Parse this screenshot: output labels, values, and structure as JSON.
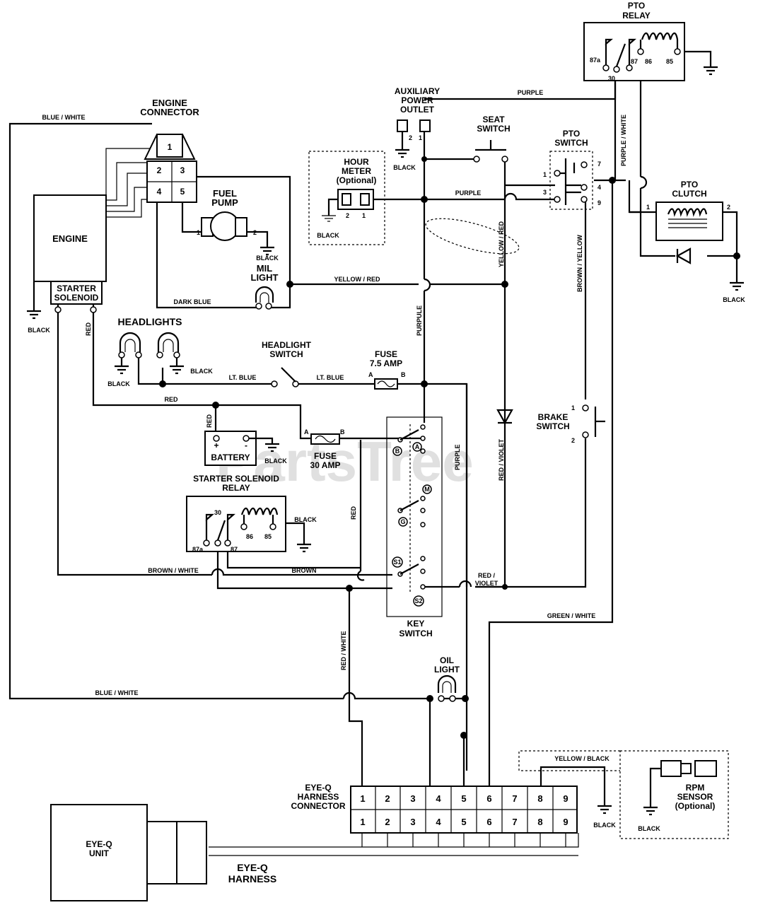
{
  "components": {
    "engine_connector": [
      "ENGINE",
      "CONNECTOR"
    ],
    "engine": "ENGINE",
    "starter_solenoid": [
      "STARTER",
      "SOLENOID"
    ],
    "fuel_pump": [
      "FUEL",
      "PUMP"
    ],
    "mil_light": [
      "MIL",
      "LIGHT"
    ],
    "headlights": "HEADLIGHTS",
    "headlight_switch": [
      "HEADLIGHT",
      "SWITCH"
    ],
    "fuse_75": [
      "FUSE",
      "7.5 AMP"
    ],
    "fuse_30": [
      "FUSE",
      "30 AMP"
    ],
    "battery": "BATTERY",
    "starter_solenoid_relay": [
      "STARTER SOLENOID",
      "RELAY"
    ],
    "aux_outlet": [
      "AUXILIARY",
      "POWER",
      "OUTLET"
    ],
    "hour_meter": [
      "HOUR",
      "METER",
      "(Optional)"
    ],
    "seat_switch": [
      "SEAT",
      "SWITCH"
    ],
    "pto_switch": [
      "PTO",
      "SWITCH"
    ],
    "pto_relay": [
      "PTO",
      "RELAY"
    ],
    "pto_clutch": [
      "PTO",
      "CLUTCH"
    ],
    "brake_switch": [
      "BRAKE",
      "SWITCH"
    ],
    "key_switch": [
      "KEY",
      "SWITCH"
    ],
    "oil_light": [
      "OIL",
      "LIGHT"
    ],
    "eyeq_connector": [
      "EYE-Q",
      "HARNESS",
      "CONNECTOR"
    ],
    "eyeq_unit": [
      "EYE-Q",
      "UNIT"
    ],
    "eyeq_harness": [
      "EYE-Q",
      "HARNESS"
    ],
    "rpm_sensor": [
      "RPM",
      "SENSOR",
      "(Optional)"
    ]
  },
  "wires": {
    "blue_white": "BLUE / WHITE",
    "purple": "PURPLE",
    "purpule": "PURPULE",
    "yellow_red": "YELLOW / RED",
    "yellow_red_v": "YELLOW / RED",
    "dark_blue": "DARK BLUE",
    "red": "RED",
    "lt_blue": "LT. BLUE",
    "brown_white": "BROWN / WHITE",
    "brown": "BROWN",
    "red_white": "RED / WHITE",
    "red_violet": "RED / VIOLET",
    "red_violet_2": [
      "RED /",
      "VIOLET"
    ],
    "green_white": "GREEN / WHITE",
    "brown_yellow": "BROWN / YELLOW",
    "purple_white": "PURPLE / WHITE",
    "yellow_black": "YELLOW / BLACK",
    "black": "BLACK"
  },
  "pins": {
    "engine_connector": [
      "1",
      "2",
      "3",
      "4",
      "5"
    ],
    "eyeq": [
      "1",
      "2",
      "3",
      "4",
      "5",
      "6",
      "7",
      "8",
      "9"
    ],
    "relay": [
      "87a",
      "30",
      "87",
      "86",
      "85"
    ],
    "fuse_ab": [
      "A",
      "B"
    ],
    "two": [
      "1",
      "2"
    ],
    "pto_switch": [
      "1",
      "3",
      "7",
      "4",
      "9"
    ],
    "battery_pol": [
      "+",
      "-"
    ],
    "key": [
      "B",
      "A",
      "M",
      "G",
      "S1",
      "S2"
    ]
  },
  "watermark": "PartsTree"
}
